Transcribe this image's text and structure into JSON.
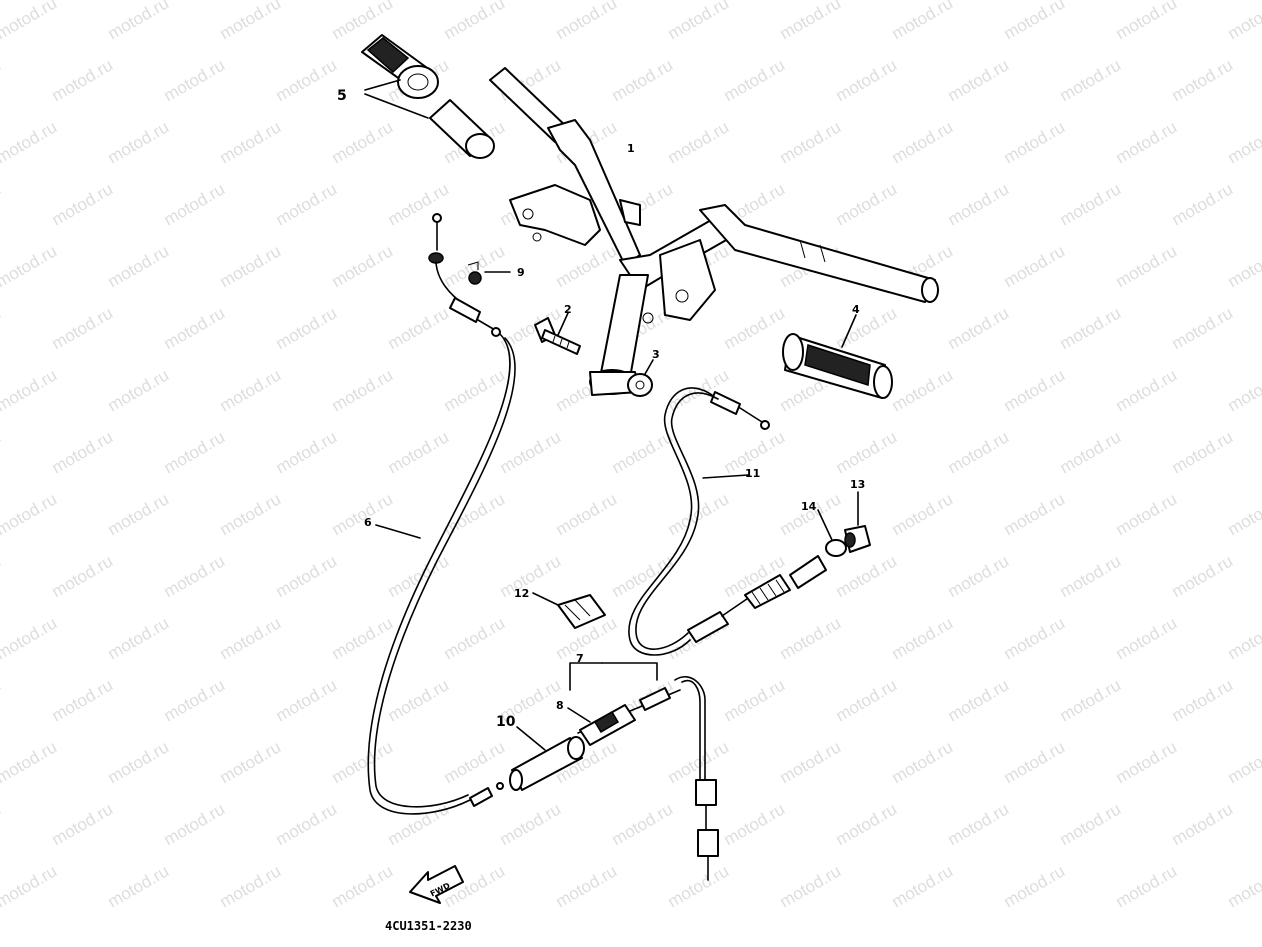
{
  "watermark_text": "motod.ru",
  "drawing_code": "4CU1351-2230",
  "fwd_label": "FWD",
  "callouts": {
    "n1": "1",
    "n2": "2",
    "n3": "3",
    "n4": "4",
    "n5": "5",
    "n6": "6",
    "n7": "7",
    "n8": "8",
    "n9": "9",
    "n10": "10",
    "n11": "11",
    "n12": "12",
    "n13": "13",
    "n14": "14"
  },
  "colors": {
    "ink": "#000000",
    "watermark": "#bdbdbd",
    "background": "#ffffff"
  }
}
